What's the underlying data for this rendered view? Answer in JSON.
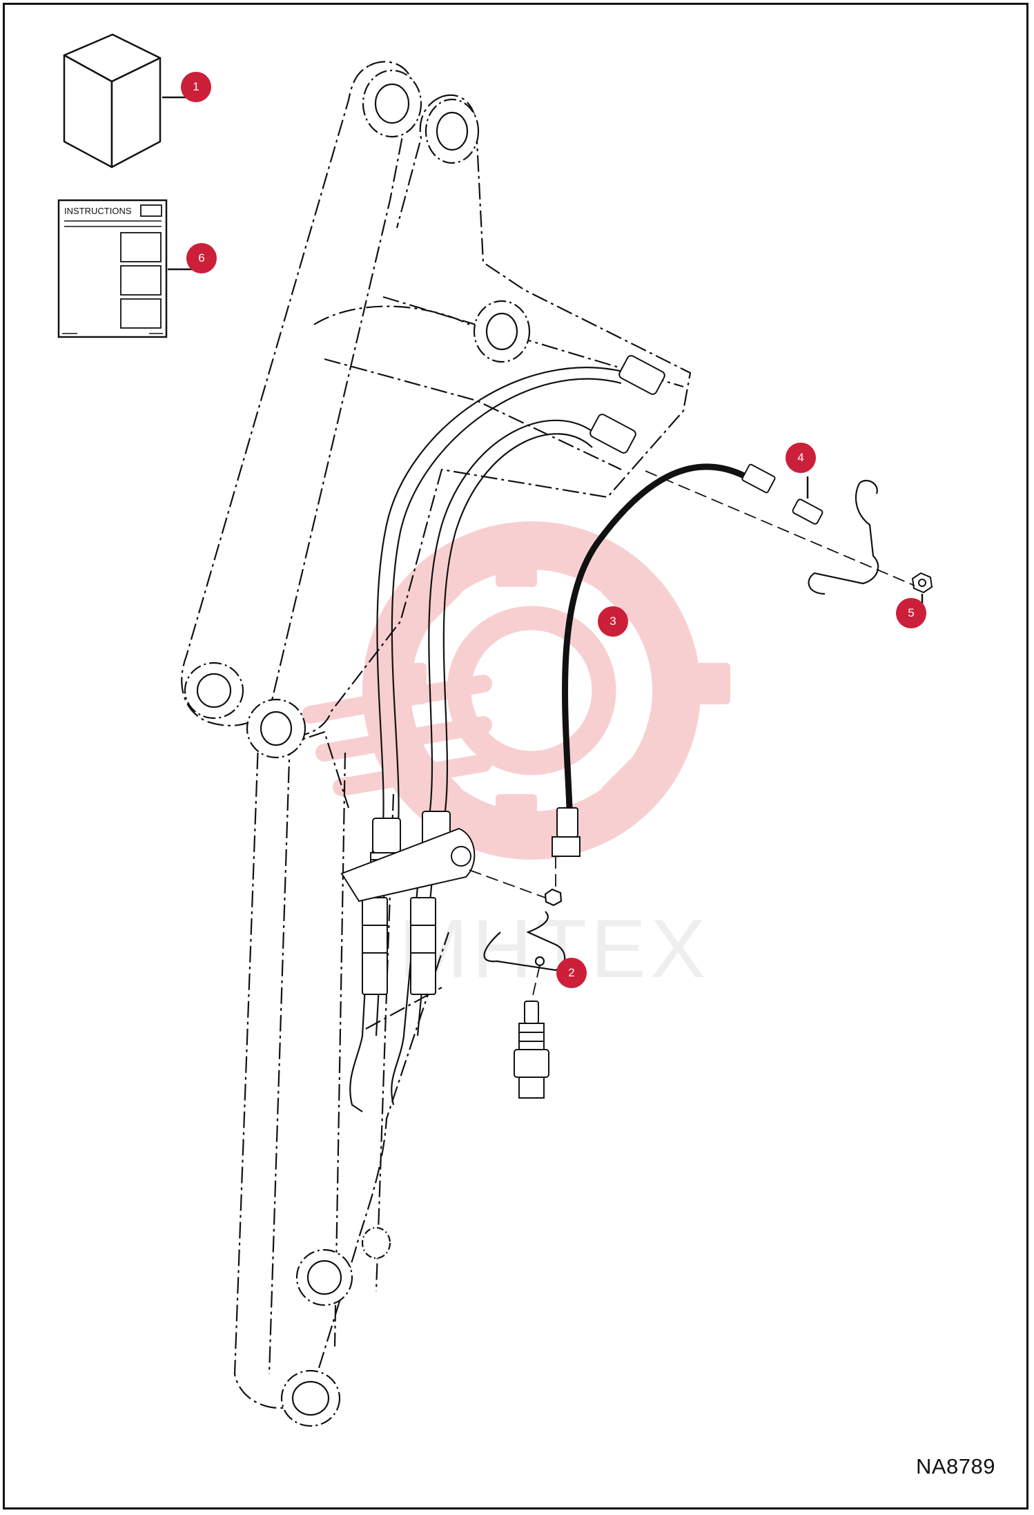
{
  "diagram": {
    "instructions_label": "INSTRUCTIONS",
    "watermark_text": "MHTEX",
    "document_number": "NA8789",
    "callout_color": "#cc1f39",
    "watermark_color": "#f7c7c9",
    "callouts": [
      {
        "id": "1",
        "label": "1"
      },
      {
        "id": "2",
        "label": "2"
      },
      {
        "id": "3",
        "label": "3"
      },
      {
        "id": "4",
        "label": "4"
      },
      {
        "id": "5",
        "label": "5"
      },
      {
        "id": "6",
        "label": "6"
      }
    ]
  }
}
